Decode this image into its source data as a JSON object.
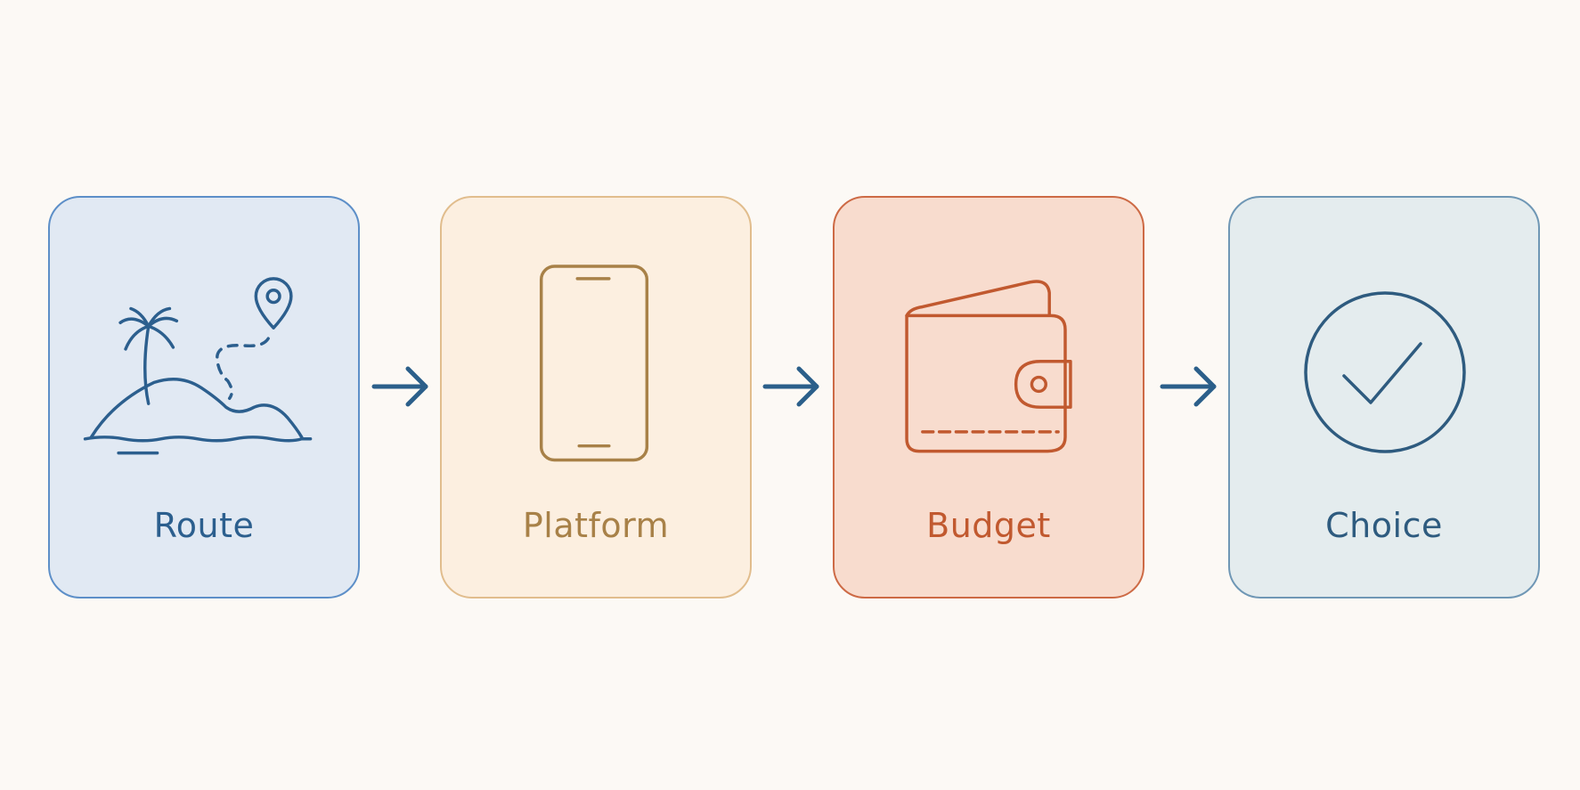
{
  "colors": {
    "background": "#fcf9f5",
    "arrow": "#2b5f8a"
  },
  "steps": [
    {
      "label": "Route",
      "icon": "island-route-icon",
      "fill": "#e1e9f3",
      "stroke": "#5d8fc8",
      "text": "#2c5f8e"
    },
    {
      "label": "Platform",
      "icon": "smartphone-icon",
      "fill": "#fcefe0",
      "stroke": "#e1bd8d",
      "text": "#a88148"
    },
    {
      "label": "Budget",
      "icon": "wallet-icon",
      "fill": "#f8dcce",
      "stroke": "#cd6a45",
      "text": "#c1592f"
    },
    {
      "label": "Choice",
      "icon": "checkmark-circle-icon",
      "fill": "#e4ecee",
      "stroke": "#6f97b5",
      "text": "#2e5b7f"
    }
  ]
}
